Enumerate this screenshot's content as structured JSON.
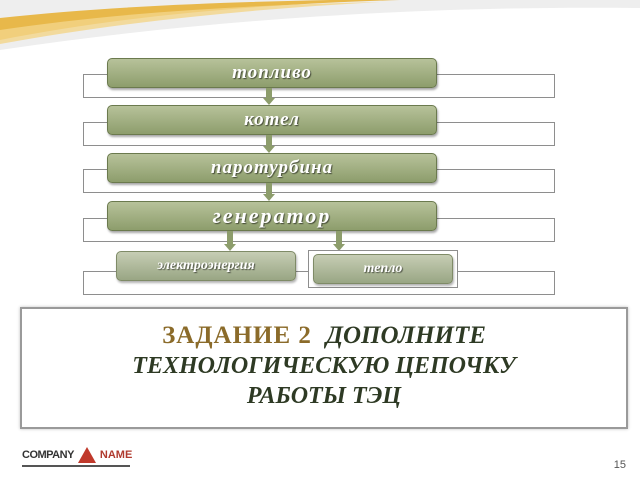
{
  "diagram": {
    "stages": [
      {
        "label": "топливо"
      },
      {
        "label": "котел"
      },
      {
        "label": "паротурбина"
      },
      {
        "label": "генератор"
      }
    ],
    "outputs": [
      {
        "label": "электроэнергия"
      },
      {
        "label": "тепло"
      }
    ]
  },
  "task": {
    "prefix": "ЗАДАНИЕ 2",
    "word": "ДОПОЛНИТЕ",
    "line2": "ТЕХНОЛОГИЧЕСКУЮ ЦЕПОЧКУ",
    "line3": "РАБОТЫ ТЭЦ"
  },
  "footer": {
    "logo_company": "COMPANY",
    "logo_name": "NAME",
    "page_number": "15"
  },
  "colors": {
    "stage_fill": "#8d9d6c",
    "task_prefix": "#8b6b2a",
    "task_text": "#2e3a24",
    "logo_accent": "#c0392b"
  }
}
